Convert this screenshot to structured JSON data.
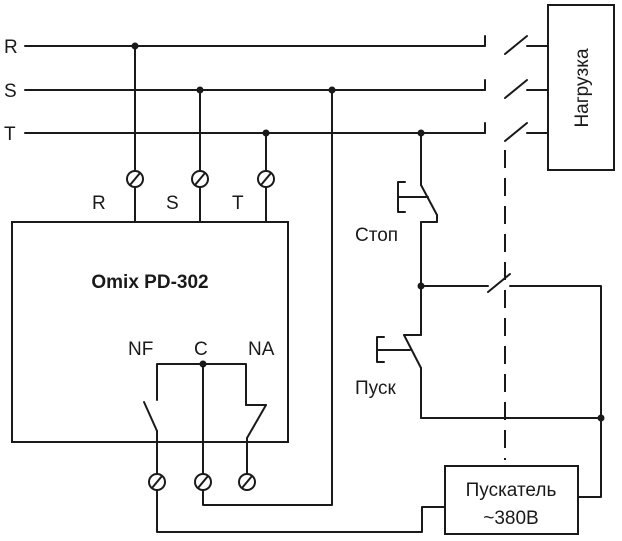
{
  "phases": {
    "r": "R",
    "s": "S",
    "t": "T"
  },
  "device": {
    "name": "Omix PD-302",
    "input_r": "R",
    "input_s": "S",
    "input_t": "T",
    "contact_nf": "NF",
    "contact_c": "C",
    "contact_na": "NA"
  },
  "load": {
    "label": "Нагрузка"
  },
  "buttons": {
    "stop": "Стоп",
    "start": "Пуск"
  },
  "starter": {
    "line1": "Пускатель",
    "line2": "~380В"
  }
}
